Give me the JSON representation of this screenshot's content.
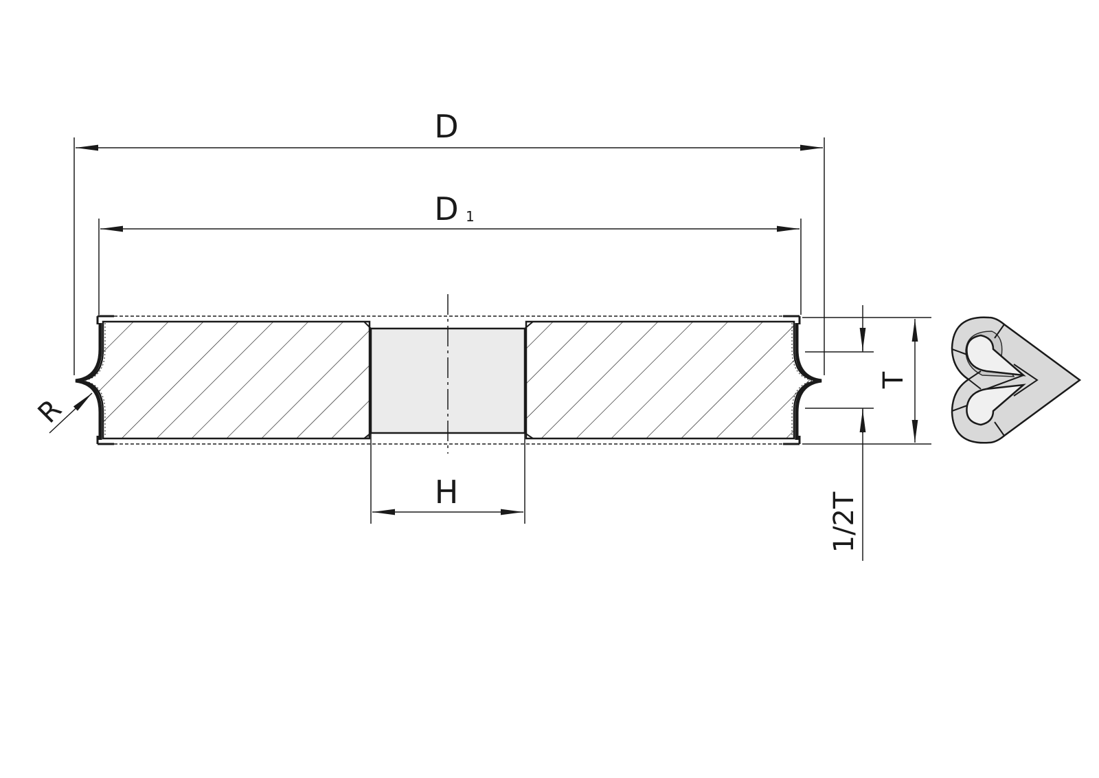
{
  "drawing": {
    "labels": {
      "outer_diameter": "D",
      "flat_diameter": "D",
      "flat_diameter_subscript": "1",
      "bore": "H",
      "thickness": "T",
      "half_thickness": "1/2T",
      "radius": "R"
    },
    "colors": {
      "line": "#1a1a1a",
      "bore_fill": "#ebebeb",
      "wheel_fill": "#ffffff",
      "icon_fill": "#d9d9d9",
      "icon_inner": "#c8c8c8"
    },
    "icon": "heart-profile-icon"
  }
}
